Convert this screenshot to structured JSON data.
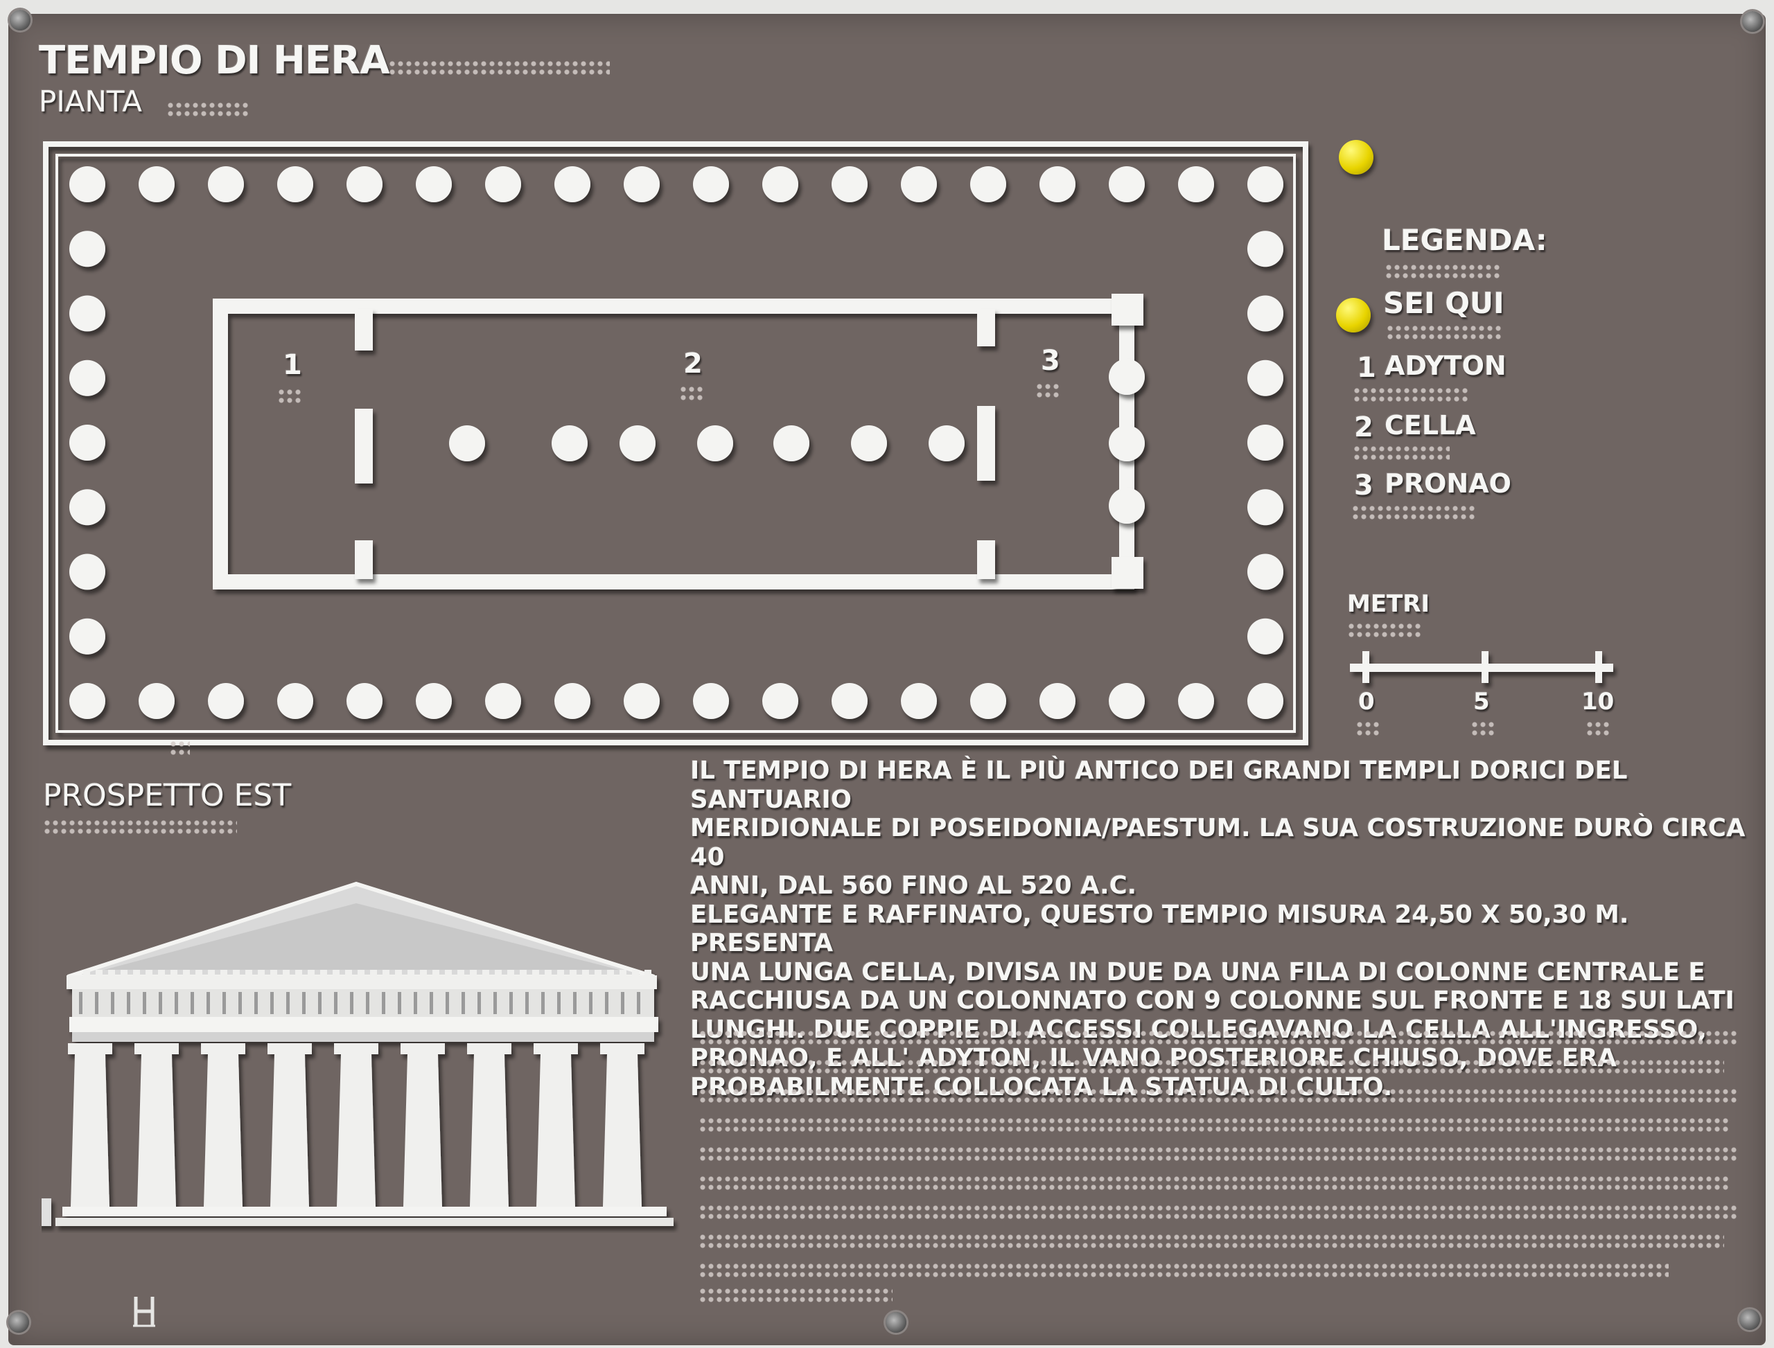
{
  "header": {
    "title": "TEMPIO DI HERA",
    "subtitle": "PIANTA"
  },
  "plan": {
    "room_labels": [
      "1",
      "2",
      "3"
    ]
  },
  "legend": {
    "title": "LEGENDA:",
    "here": "SEI QUI",
    "items": [
      {
        "num": "1",
        "label": "ADYTON"
      },
      {
        "num": "2",
        "label": "CELLA"
      },
      {
        "num": "3",
        "label": "PRONAO"
      }
    ]
  },
  "scale": {
    "unit_label": "METRI",
    "ticks": [
      "0",
      "5",
      "10"
    ]
  },
  "elevation": {
    "label": "PROSPETTO EST"
  },
  "description": {
    "text": "IL TEMPIO DI HERA È IL PIÙ ANTICO DEI GRANDI TEMPLI DORICI DEL SANTUARIO\nMERIDIONALE DI POSEIDONIA/PAESTUM. LA SUA COSTRUZIONE DURÒ CIRCA 40\nANNI, DAL 560 FINO AL 520 A.C.\nELEGANTE E RAFFINATO, QUESTO TEMPIO MISURA 24,50 X 50,30 M. PRESENTA\nUNA LUNGA CELLA, DIVISA IN DUE DA UNA FILA DI COLONNE CENTRALE E\nRACCHIUSA DA UN COLONNATO CON 9 COLONNE SUL FRONTE E 18 SUI LATI\nLUNGHI.  DUE COPPIE DI ACCESSI COLLEGAVANO LA CELLA ALL'INGRESSO,\nPRONAO, E ALL' ADYTON, IL VANO POSTERIORE CHIUSO, DOVE ERA\nPROBABILMENTE COLLOCATA LA STATUA DI CULTO."
  },
  "colors": {
    "plaque": "#6f6562",
    "relief": "#f6f6f4",
    "marker": "#e8d400"
  }
}
